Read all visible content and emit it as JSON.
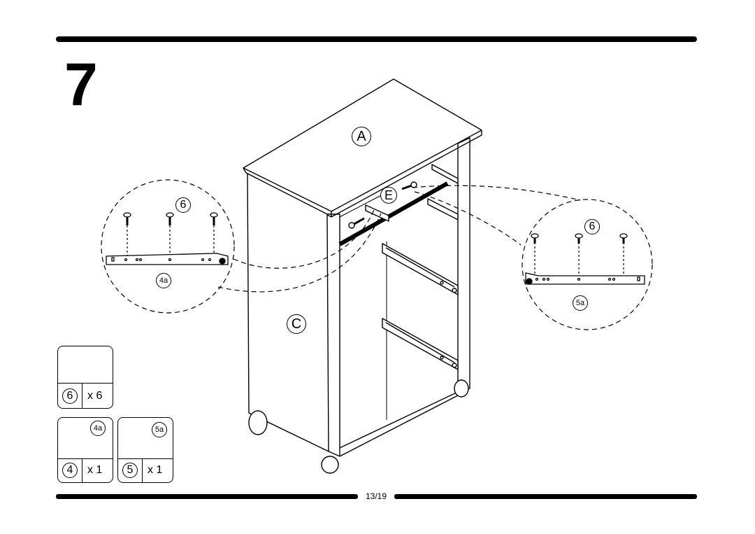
{
  "step": {
    "number": "7"
  },
  "footer": {
    "page": "13/19"
  },
  "parts": {
    "cabinet_top": "A",
    "cabinet_side": "C",
    "cross_rail": "E"
  },
  "callouts": {
    "left": {
      "screw_ref": "6",
      "rail_label": "4a"
    },
    "right": {
      "screw_ref": "6",
      "rail_label": "5a"
    }
  },
  "parts_list": [
    {
      "ref": "6",
      "qty": "x 6",
      "icon": "screw-icon"
    },
    {
      "ref": "4",
      "label": "4a",
      "qty": "x 1",
      "icon": "left-rail-icon"
    },
    {
      "ref": "5",
      "label": "5a",
      "qty": "x 1",
      "icon": "right-rail-icon"
    }
  ]
}
